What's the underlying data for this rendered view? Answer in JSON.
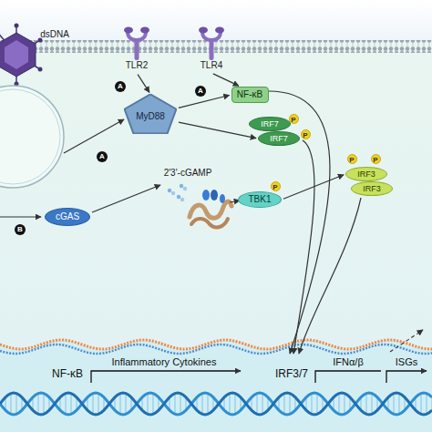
{
  "diagram": {
    "nodes": [
      {
        "text": [
          "TLR2"
        ]
      },
      {
        "text": [
          "TLR4"
        ]
      },
      {
        "text": [
          "MyD88"
        ]
      },
      {
        "text": [
          "NF-κB"
        ]
      },
      {
        "text": [
          "IRF7"
        ]
      },
      {
        "text": [
          "IRF7"
        ]
      },
      {
        "text": [
          "cGAS"
        ]
      },
      {
        "text": [
          "TBK1"
        ]
      },
      {
        "text": [
          "IRF3"
        ]
      },
      {
        "text": [
          "IRF3"
        ]
      }
    ],
    "edges": [
      {
        "from": 0,
        "to": 2,
        "arrow": "to"
      },
      {
        "from": 1,
        "to": 3,
        "arrow": "to"
      },
      {
        "from": 2,
        "to": 3,
        "arrow": "to"
      },
      {
        "from": 2,
        "to": 5,
        "arrow": "to"
      },
      {
        "from": 7,
        "to": 8,
        "arrow": "to"
      }
    ],
    "labels": [
      "dsDNA",
      "A",
      "A",
      "A",
      "B",
      "2'3'-cGAMP",
      "P",
      "P",
      "P",
      "P",
      "P",
      "NF-κB",
      "Inflammatory Cytokines",
      "IRF3/7",
      "IFNα/β",
      "ISGs"
    ]
  }
}
